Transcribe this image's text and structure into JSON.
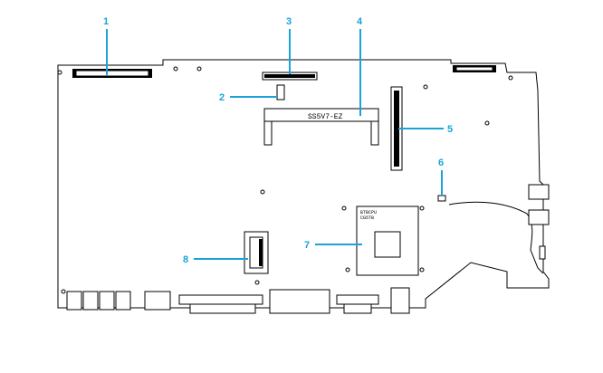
{
  "figure": {
    "accent_color": "#1aa3d9",
    "callouts": [
      {
        "id": "1",
        "label": "1",
        "target": "edge-connector"
      },
      {
        "id": "2",
        "label": "2",
        "target": "small-connector"
      },
      {
        "id": "3",
        "label": "3",
        "target": "top-connector"
      },
      {
        "id": "4",
        "label": "4",
        "target": "memory-slot"
      },
      {
        "id": "5",
        "label": "5",
        "target": "vertical-connector"
      },
      {
        "id": "6",
        "label": "6",
        "target": "small-component"
      },
      {
        "id": "7",
        "label": "7",
        "target": "chipset"
      },
      {
        "id": "8",
        "label": "8",
        "target": "side-connector"
      }
    ],
    "component_text": {
      "slot_marking": "SS5V7-EZ",
      "chip_marking_line1": "BTBCPU",
      "chip_marking_line2": "CG5TB"
    }
  }
}
